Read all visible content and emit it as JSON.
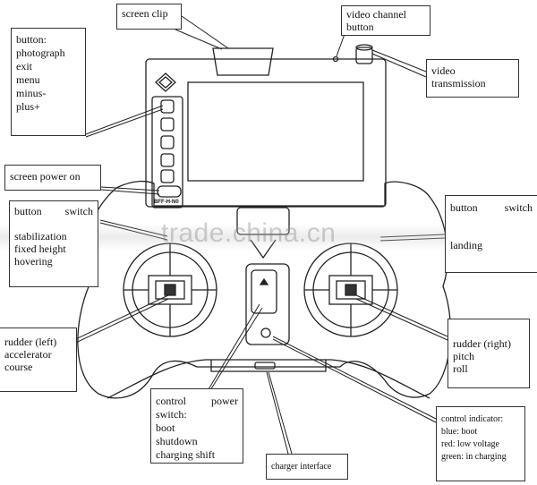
{
  "labels": {
    "screen_clip": "screen clip",
    "video_channel_button": [
      "video channel",
      "button"
    ],
    "video_transmission": [
      "video",
      "transmission"
    ],
    "left_buttons": [
      "button:",
      "photograph",
      "exit",
      "menu",
      "minus-",
      "plus+"
    ],
    "screen_power": "screen power on",
    "button_switch_left": [
      "button switch",
      "stabilization",
      "fixed height",
      "hovering"
    ],
    "button_switch_right": [
      "button switch",
      "landing"
    ],
    "rudder_left": [
      "rudder (left)",
      "accelerator",
      "course"
    ],
    "rudder_right": [
      "rudder (right)",
      "pitch",
      "roll"
    ],
    "control_power": [
      "control power",
      "switch:",
      "boot",
      "shutdown",
      "charging shift"
    ],
    "charger_interface": "charger interface",
    "control_indicator": [
      "control indicator:",
      "blue: boot",
      "red: low voltage",
      "green: in charging"
    ],
    "panel_text": "BFF-H-N0"
  },
  "watermark": "trade.china.cn"
}
